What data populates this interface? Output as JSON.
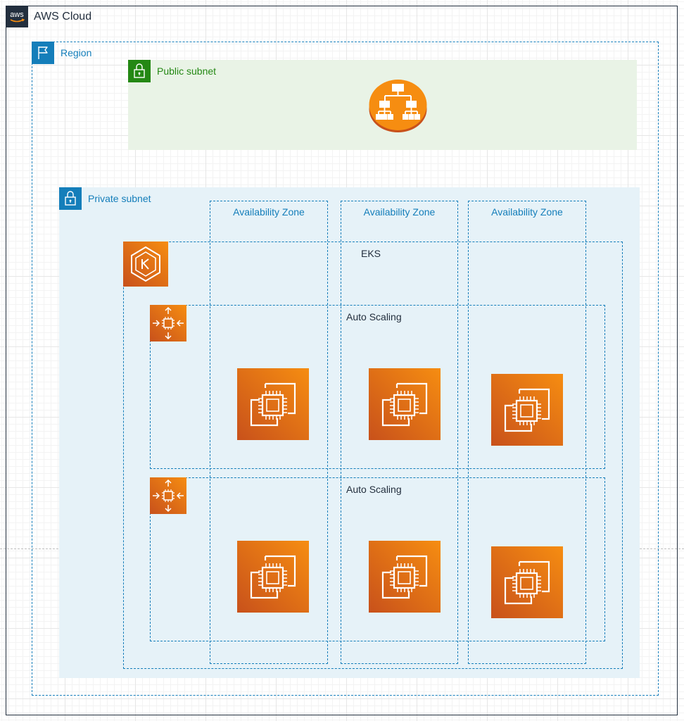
{
  "aws_cloud": {
    "title": "AWS Cloud",
    "logo_text": "aws"
  },
  "region": {
    "title": "Region"
  },
  "public_subnet": {
    "title": "Public subnet"
  },
  "private_subnet": {
    "title": "Private subnet"
  },
  "availability_zones": [
    {
      "label": "Availability Zone"
    },
    {
      "label": "Availability Zone"
    },
    {
      "label": "Availability Zone"
    }
  ],
  "eks": {
    "label": "EKS"
  },
  "auto_scaling_groups": [
    {
      "label": "Auto Scaling"
    },
    {
      "label": "Auto Scaling"
    }
  ],
  "icons": {
    "cloud": "aws-logo-icon",
    "region": "flag-icon",
    "subnet": "lock-icon",
    "load_balancer": "application-load-balancer-icon",
    "eks": "eks-icon",
    "auto_scaling": "auto-scaling-icon",
    "ec2": "ec2-instance-icon"
  },
  "colors": {
    "aws_dark": "#232f3e",
    "region_blue": "#147eba",
    "public_green": "#248814",
    "public_fill": "#e9f3e6",
    "private_fill": "#e6f2f8",
    "compute_orange": "#d45b07",
    "compute_orange_light": "#f68d11"
  }
}
